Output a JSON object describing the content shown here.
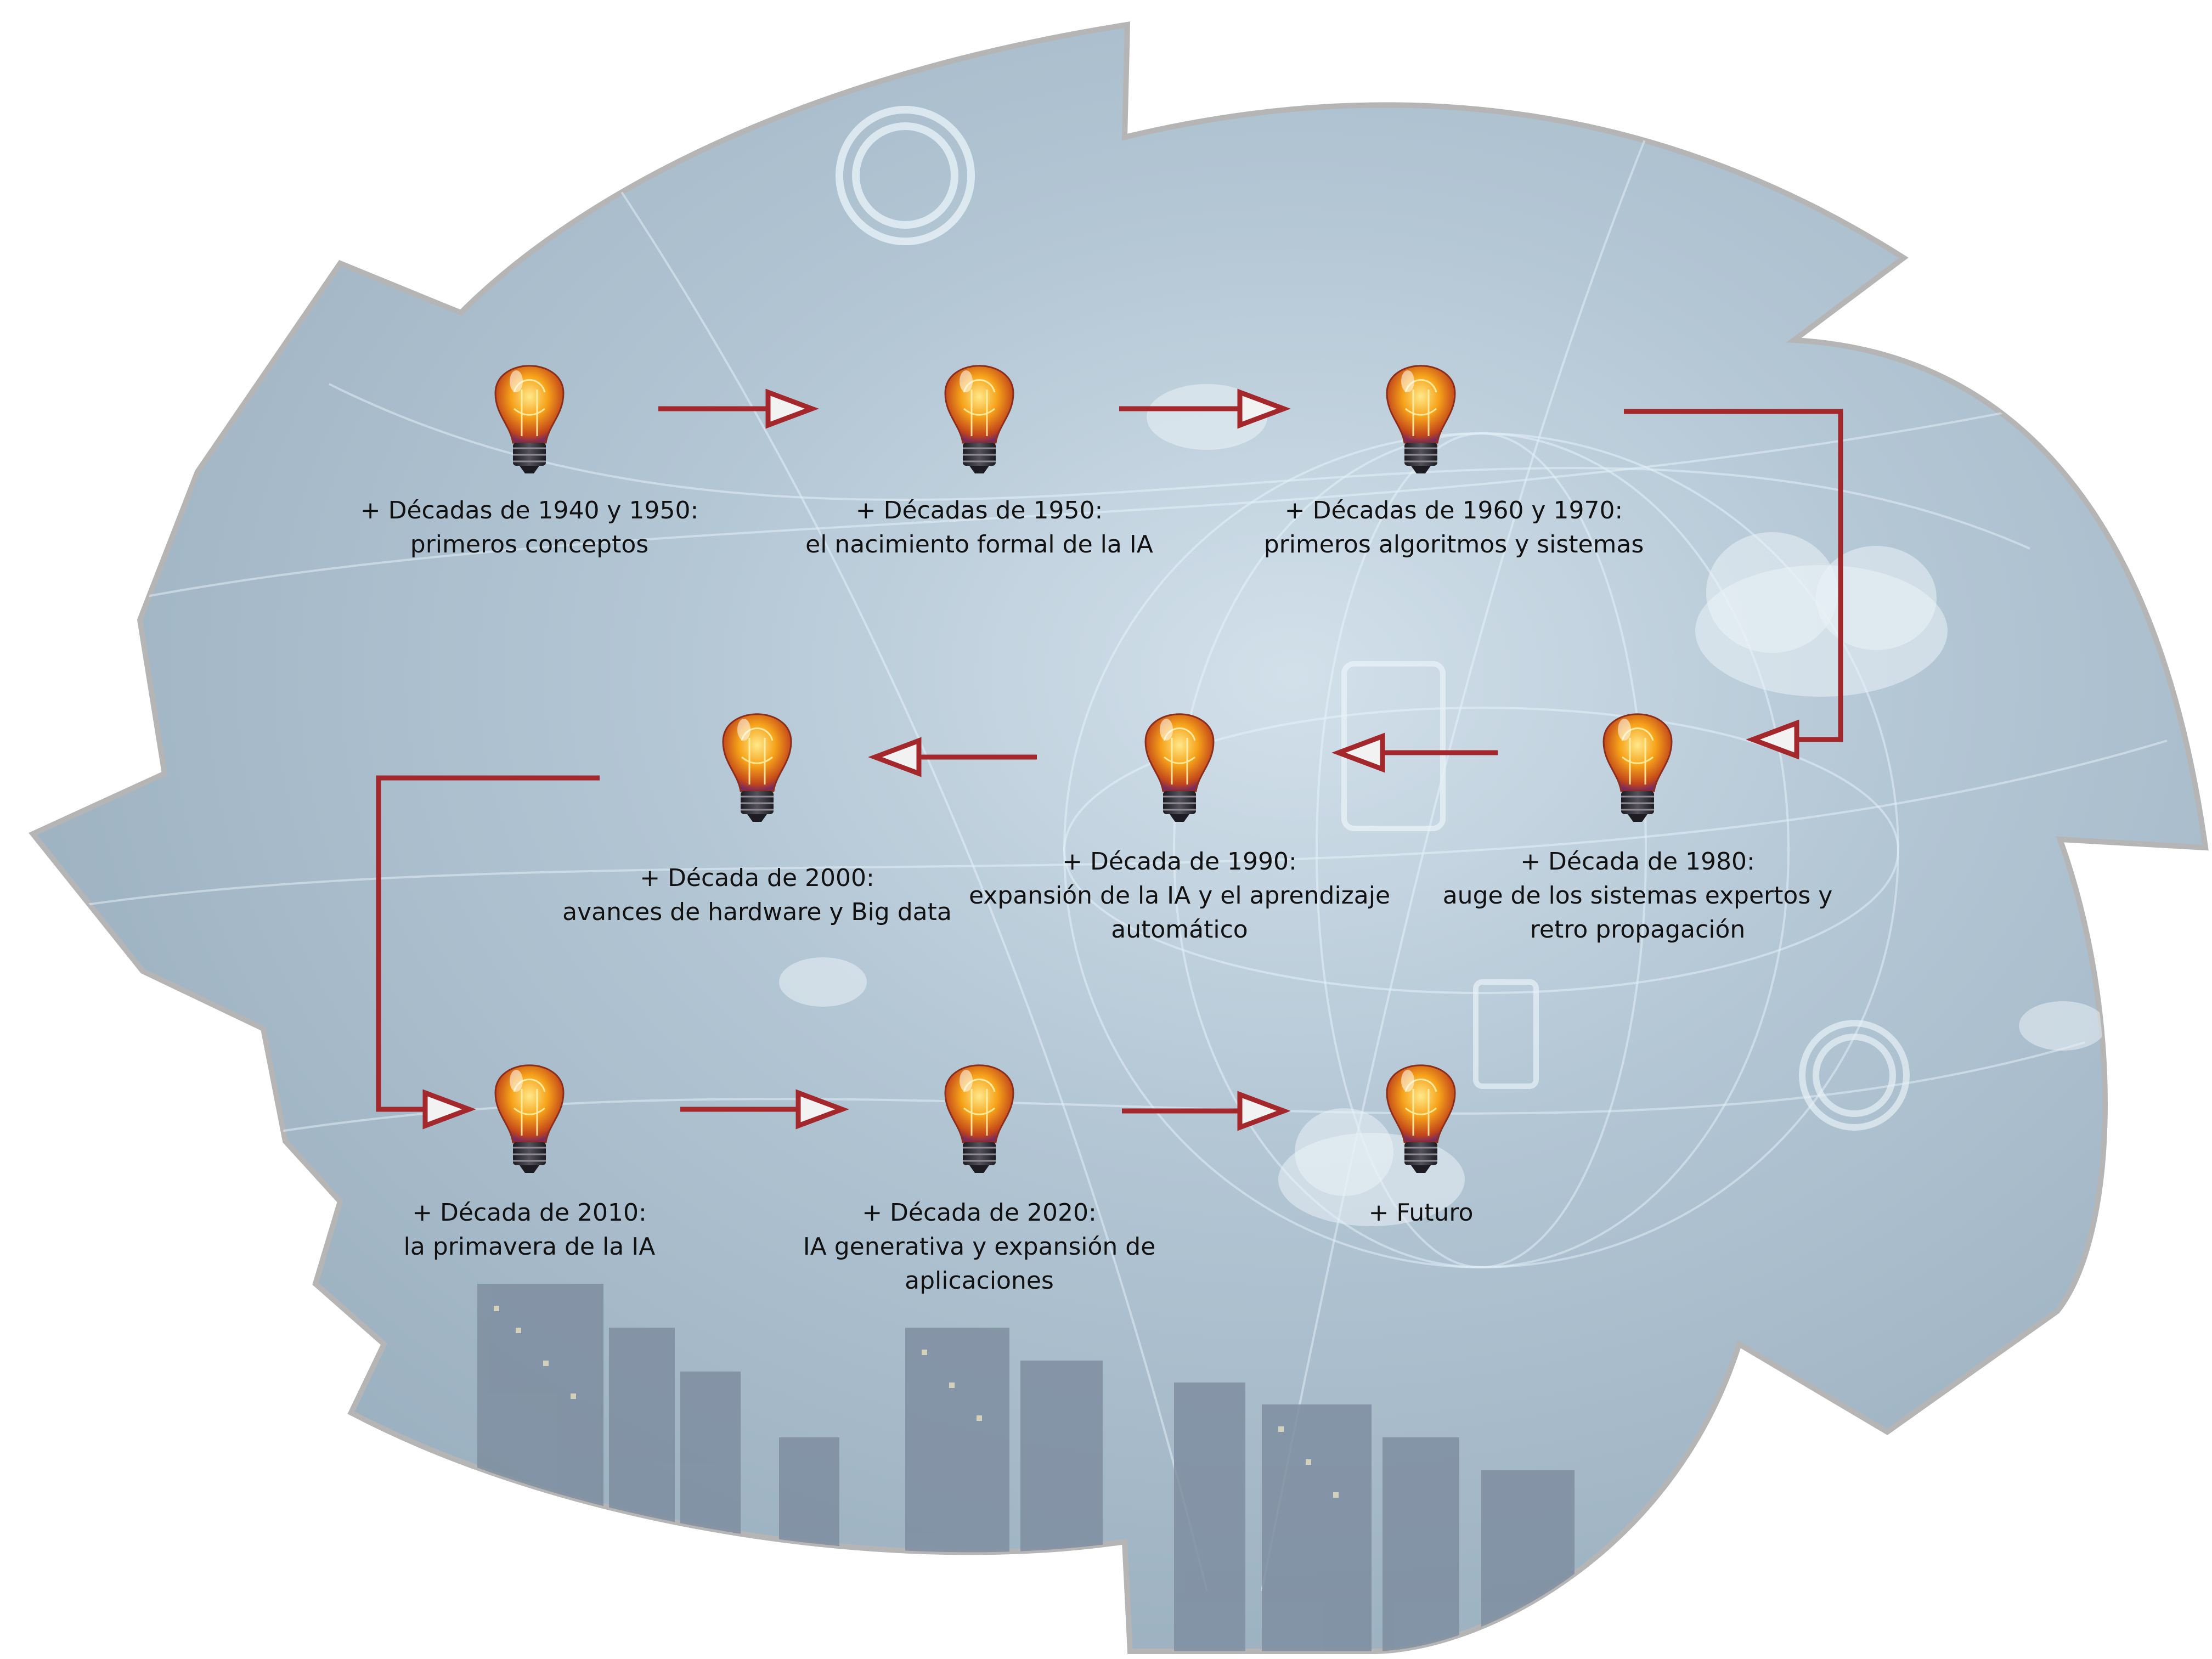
{
  "milestones": [
    {
      "id": "m1",
      "line1": "+ Décadas de 1940 y 1950:",
      "line2": "primeros conceptos",
      "line3": ""
    },
    {
      "id": "m2",
      "line1": "+ Décadas de 1950:",
      "line2": "el nacimiento formal de la IA",
      "line3": ""
    },
    {
      "id": "m3",
      "line1": "+ Décadas de 1960 y 1970:",
      "line2": "primeros algoritmos y sistemas",
      "line3": ""
    },
    {
      "id": "m4",
      "line1": "+ Década de 1980:",
      "line2": "auge de los sistemas expertos y",
      "line3": "retro propagación"
    },
    {
      "id": "m5",
      "line1": "+ Década de 1990:",
      "line2": "expansión de la IA y el aprendizaje",
      "line3": "automático"
    },
    {
      "id": "m6",
      "line1": "+ Década de 2000:",
      "line2": "avances de hardware y Big data",
      "line3": ""
    },
    {
      "id": "m7",
      "line1": "+ Década de 2010:",
      "line2": "la primavera de la IA",
      "line3": ""
    },
    {
      "id": "m8",
      "line1": "+ Década de 2020:",
      "line2": "IA generativa y expansión de",
      "line3": "aplicaciones"
    },
    {
      "id": "m9",
      "line1": "+ Futuro",
      "line2": "",
      "line3": ""
    }
  ],
  "colors": {
    "arrow": "#a3272b",
    "cloud_fill": "#a9bccb",
    "cloud_border": "#b5b5b5",
    "bulb_glow": "#f6a21a",
    "bulb_base": "#2a2a33"
  },
  "icons": [
    "lightbulb-icon",
    "bitcoin-icon",
    "cloud-icon",
    "tablet-icon",
    "city-skyline"
  ]
}
